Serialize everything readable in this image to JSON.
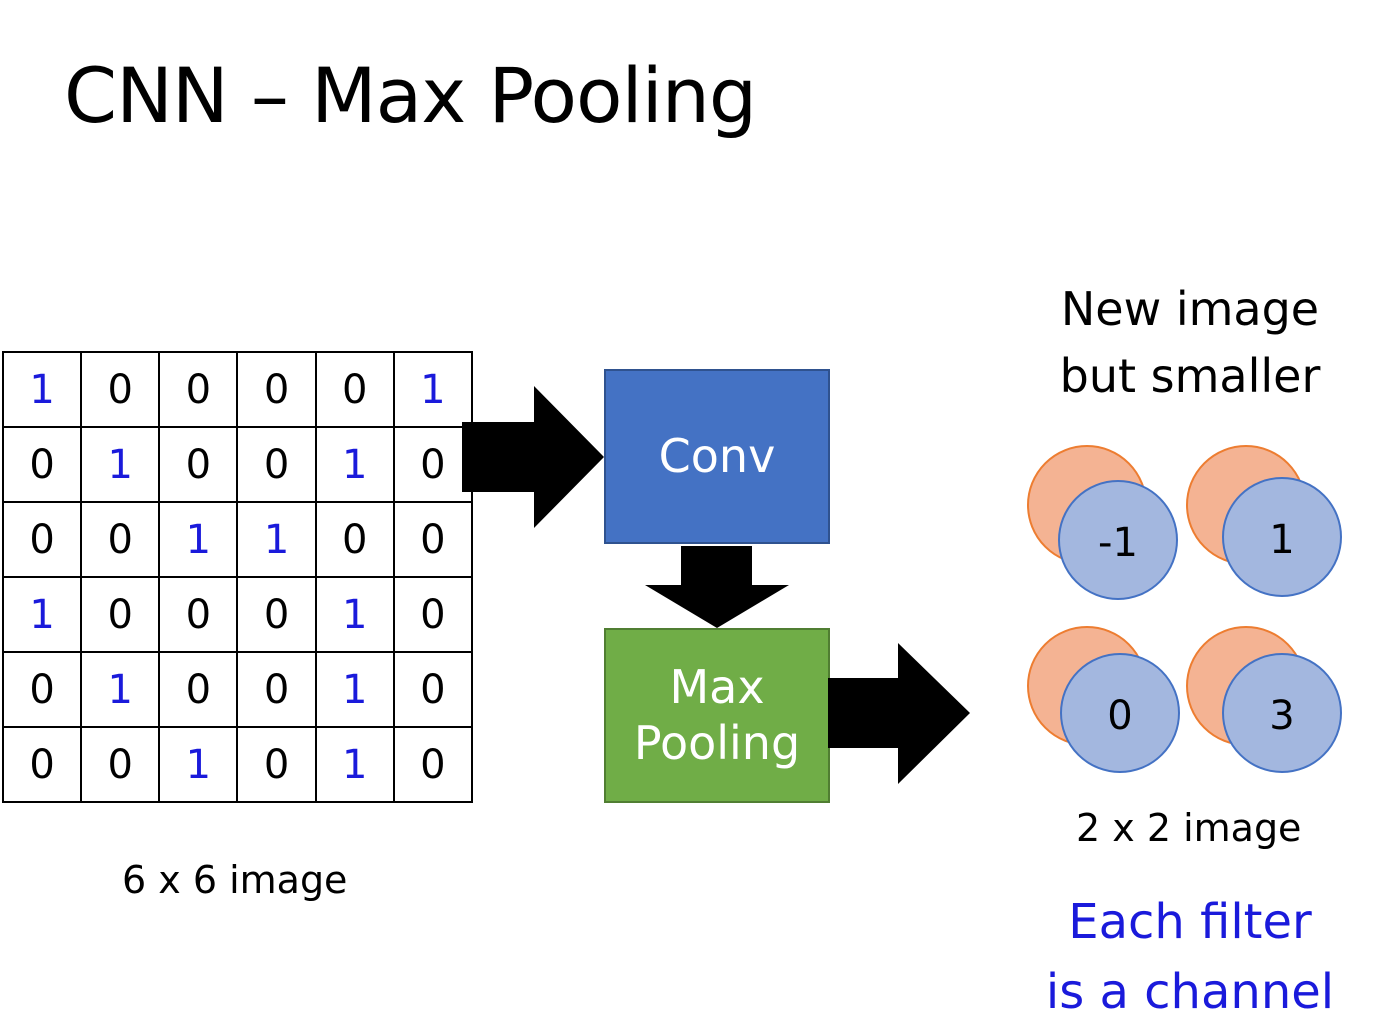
{
  "title": "CNN – Max Pooling",
  "input_grid": {
    "caption": "6 x 6 image",
    "rows": [
      [
        "1",
        "0",
        "0",
        "0",
        "0",
        "1"
      ],
      [
        "0",
        "1",
        "0",
        "0",
        "1",
        "0"
      ],
      [
        "0",
        "0",
        "1",
        "1",
        "0",
        "0"
      ],
      [
        "1",
        "0",
        "0",
        "0",
        "1",
        "0"
      ],
      [
        "0",
        "1",
        "0",
        "0",
        "1",
        "0"
      ],
      [
        "0",
        "0",
        "1",
        "0",
        "1",
        "0"
      ]
    ]
  },
  "conv_label": "Conv",
  "pool_label_line1": "Max",
  "pool_label_line2": "Pooling",
  "output": {
    "heading_line1": "New image",
    "heading_line2": "but smaller",
    "values": [
      "-1",
      "1",
      "0",
      "3"
    ],
    "caption": "2 x 2 image",
    "note_line1": "Each filter",
    "note_line2": "is a channel"
  },
  "colors": {
    "one_text": "#1a1adb",
    "conv_fill": "#4472c4",
    "pool_fill": "#70ad47",
    "front_circle": "#a3b7df",
    "front_circle_stroke": "#4472c4",
    "back_circle": "#f4b393",
    "back_circle_stroke": "#ed7d31"
  }
}
